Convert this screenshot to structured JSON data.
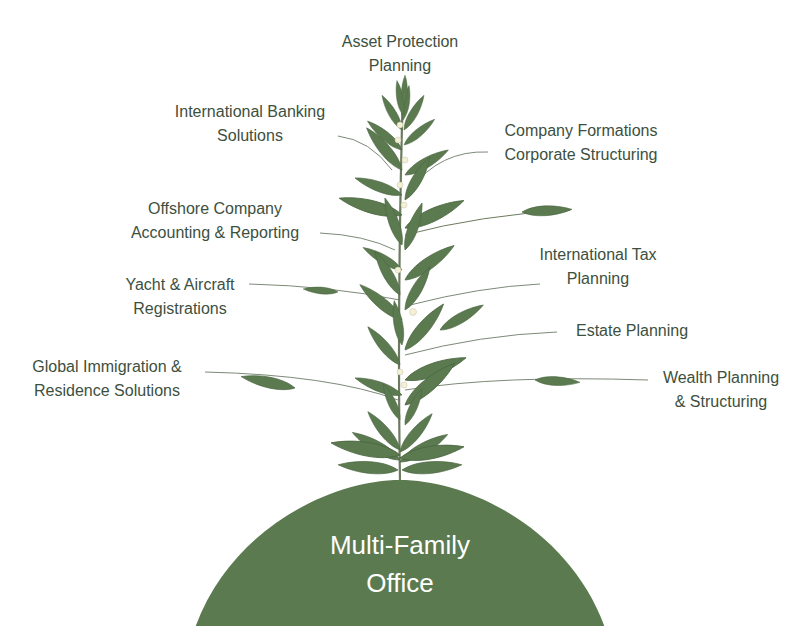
{
  "diagram": {
    "nodes": [
      {
        "text": [
          "Multi-Family Office"
        ]
      }
    ],
    "labels": [
      "Asset Protection Planning",
      "International Banking Solutions",
      "Company Formations Corporate Structuring",
      "Offshore Company Accounting & Reporting",
      "International Tax Planning",
      "Yacht & Aircraft Registrations",
      "Estate Planning",
      "Global Immigration & Residence Solutions",
      "Wealth Planning & Structuring"
    ]
  }
}
